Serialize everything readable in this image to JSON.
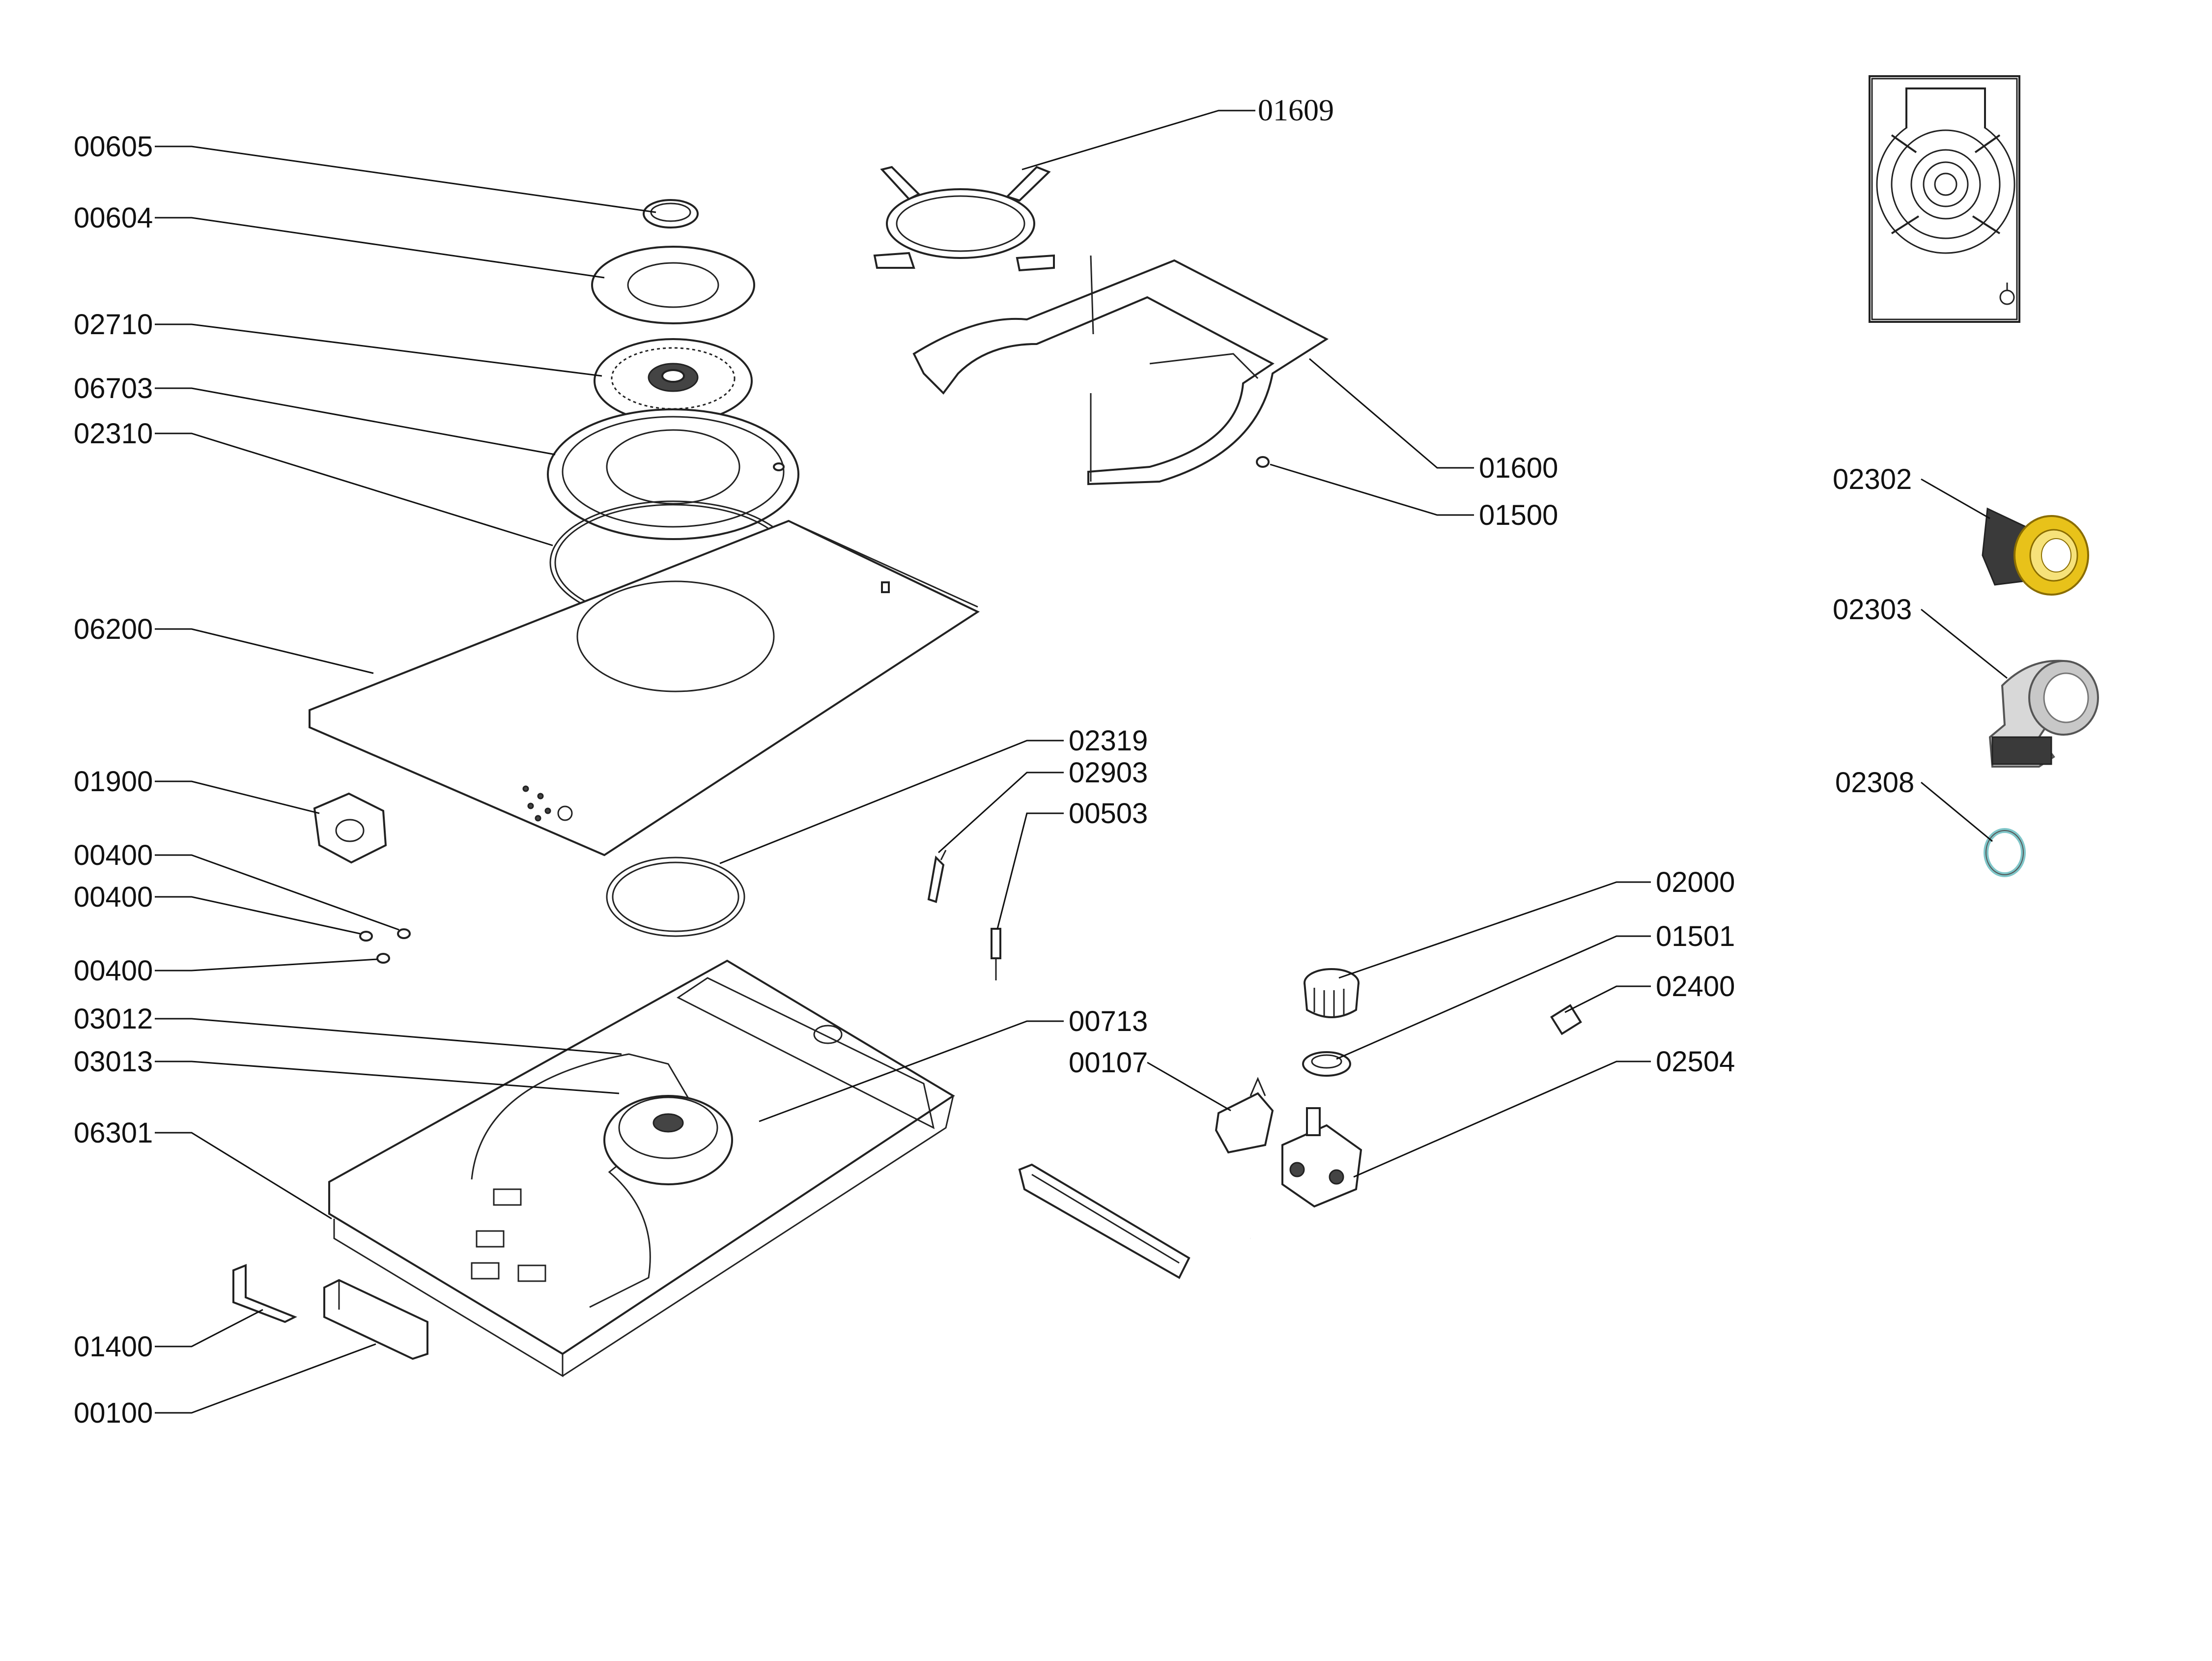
{
  "callouts": [
    "00605",
    "00604",
    "02710",
    "06703",
    "02310",
    "06200",
    "01900",
    "00400",
    "00400",
    "00400",
    "03012",
    "03013",
    "06301",
    "01400",
    "00100",
    "01609",
    "01600",
    "01500",
    "02319",
    "02903",
    "00503",
    "00713",
    "00107",
    "02000",
    "01501",
    "02400",
    "02504",
    "02302",
    "02303",
    "02308"
  ],
  "colors": {
    "line": "#111111",
    "brass_fitting": "#e8c21a",
    "seal_ring": "#7fc6c9",
    "steel_fitting": "#c8c8c8",
    "rubber": "#3a3a3a"
  }
}
